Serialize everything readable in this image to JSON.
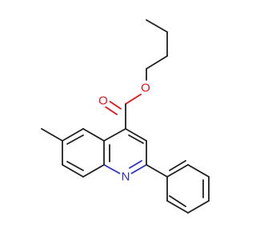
{
  "molecule": {
    "atoms": {
      "carbonyl_oxygen": {
        "symbol": "O",
        "color": "#e0141a"
      },
      "ester_oxygen": {
        "symbol": "O",
        "color": "#e0141a"
      },
      "ring_nitrogen": {
        "symbol": "N",
        "color": "#2a32c8"
      }
    },
    "bond_color": "#1f1f1f"
  }
}
